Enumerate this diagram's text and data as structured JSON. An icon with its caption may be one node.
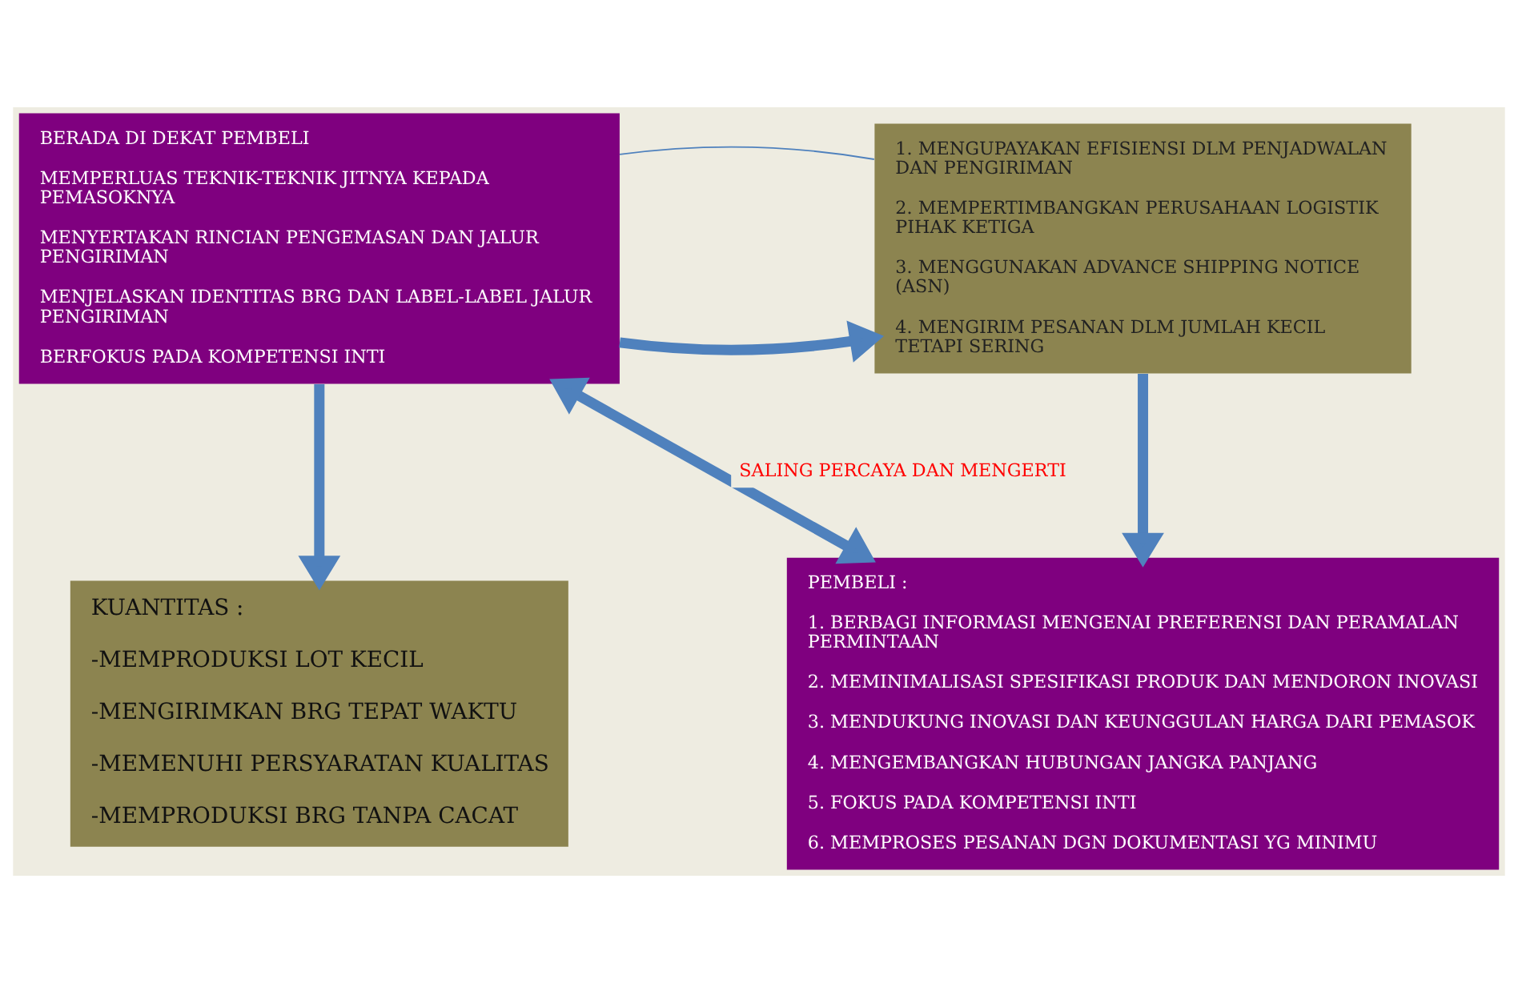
{
  "diagram": {
    "nodes": [
      {
        "text": [
          "BERADA DI DEKAT PEMBELI",
          "MEMPERLUAS TEKNIK-TEKNIK JITNYA KEPADA PEMASOKNYA",
          "MENYERTAKAN RINCIAN PENGEMASAN DAN JALUR PENGIRIMAN",
          "MENJELASKAN IDENTITAS BRG DAN LABEL-LABEL JALUR PENGIRIMAN",
          "BERFOKUS PADA KOMPETENSI INTI"
        ]
      },
      {
        "text": [
          "1. MENGUPAYAKAN EFISIENSI DLM PENJADWALAN DAN PENGIRIMAN",
          "2. MEMPERTIMBANGKAN PERUSAHAAN LOGISTIK PIHAK KETIGA",
          "3. MENGGUNAKAN ADVANCE SHIPPING NOTICE (ASN)",
          "4. MENGIRIM PESANAN DLM JUMLAH KECIL TETAPI SERING"
        ]
      },
      {
        "text": [
          "PEMBELI :",
          "1. BERBAGI INFORMASI MENGENAI PREFERENSI DAN PERAMALAN PERMINTAAN",
          "2. MEMINIMALISASI SPESIFIKASI PRODUK DAN MENDORON INOVASI",
          "3. MENDUKUNG INOVASI DAN KEUNGGULAN HARGA DARI PEMASOK",
          "4. MENGEMBANGKAN HUBUNGAN JANGKA PANJANG",
          "5. FOKUS PADA KOMPETENSI INTI",
          "6. MEMPROSES PESANAN DGN DOKUMENTASI YG MINIMU"
        ]
      },
      {
        "text": [
          "KUANTITAS :",
          "-MEMPRODUKSI LOT KECIL",
          "-MENGIRIMKAN BRG TEPAT WAKTU",
          "-MEMENUHI PERSYARATAN KUALITAS",
          "-MEMPRODUKSI BRG TANPA CACAT"
        ]
      }
    ],
    "edges": [
      {
        "from": 0,
        "to": 1,
        "arrow": "to"
      },
      {
        "from": 0,
        "to": 1,
        "arrow": "none"
      },
      {
        "from": 1,
        "to": 2,
        "arrow": "to"
      },
      {
        "from": 0,
        "to": 3,
        "arrow": "to"
      },
      {
        "from": 0,
        "to": 2,
        "arrow": "both",
        "label": "SALING PERCAYA DAN MENGERTI"
      }
    ]
  }
}
